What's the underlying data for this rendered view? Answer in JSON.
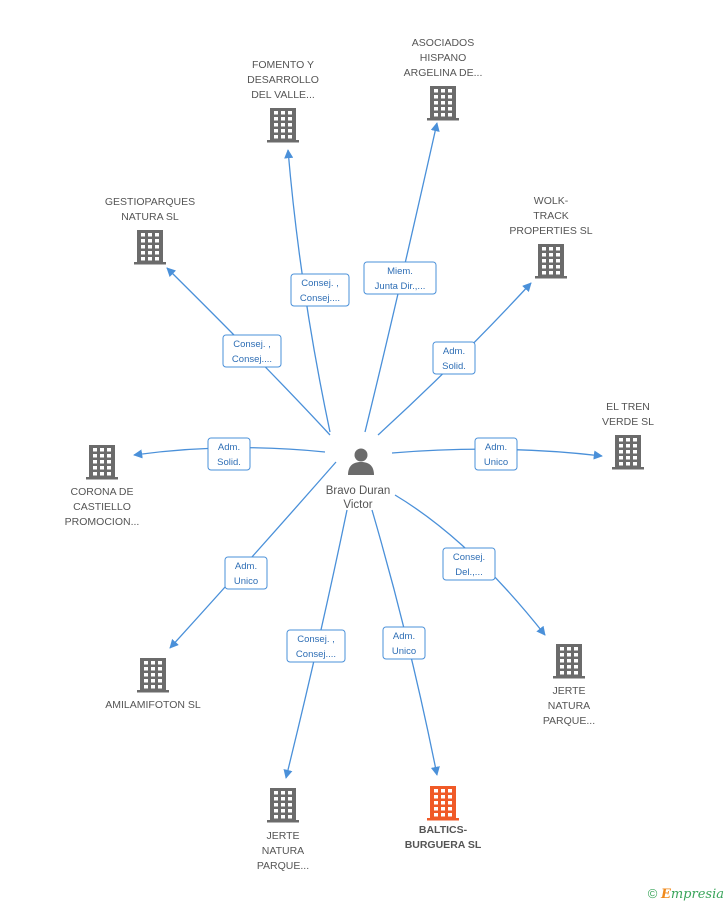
{
  "center": {
    "name_lines": [
      "Bravo Duran",
      "Victor"
    ]
  },
  "colors": {
    "edge": "#4a90d9",
    "node": "#6b6b6b",
    "highlight": "#f05a28"
  },
  "nodes": [
    {
      "id": "fomento",
      "label_lines": [
        "FOMENTO Y",
        "DESARROLLO",
        "DEL VALLE..."
      ],
      "role_lines": [
        "Consej. ,",
        "Consej...."
      ],
      "highlight": false
    },
    {
      "id": "asociados",
      "label_lines": [
        "ASOCIADOS",
        "HISPANO",
        "ARGELINA DE..."
      ],
      "role_lines": [
        "Miem.",
        "Junta Dir.,..."
      ],
      "highlight": false
    },
    {
      "id": "gestioparques",
      "label_lines": [
        "GESTIOPARQUES",
        "NATURA SL"
      ],
      "role_lines": [
        "Consej. ,",
        "Consej...."
      ],
      "highlight": false
    },
    {
      "id": "wolk",
      "label_lines": [
        "WOLK-",
        "TRACK",
        "PROPERTIES SL"
      ],
      "role_lines": [
        "Adm.",
        "Solid."
      ],
      "highlight": false
    },
    {
      "id": "eltren",
      "label_lines": [
        "EL TREN",
        "VERDE SL"
      ],
      "role_lines": [
        "Adm.",
        "Unico"
      ],
      "highlight": false
    },
    {
      "id": "corona",
      "label_lines": [
        "CORONA DE",
        "CASTIELLO",
        "PROMOCION..."
      ],
      "role_lines": [
        "Adm.",
        "Solid."
      ],
      "highlight": false
    },
    {
      "id": "amilamifoton",
      "label_lines": [
        "AMILAMIFOTON SL"
      ],
      "role_lines": [
        "Adm.",
        "Unico"
      ],
      "highlight": false
    },
    {
      "id": "jerte1",
      "label_lines": [
        "JERTE",
        "NATURA",
        "PARQUE..."
      ],
      "role_lines": [
        "Consej. ,",
        "Consej...."
      ],
      "highlight": false
    },
    {
      "id": "baltics",
      "label_lines": [
        "BALTICS-",
        "BURGUERA SL"
      ],
      "role_lines": [
        "Adm.",
        "Unico"
      ],
      "highlight": true
    },
    {
      "id": "jerte2",
      "label_lines": [
        "JERTE",
        "NATURA",
        "PARQUE..."
      ],
      "role_lines": [
        "Consej.",
        "Del.,..."
      ],
      "highlight": false
    }
  ],
  "footer": {
    "copyright": "©",
    "brand_first": "E",
    "brand_rest": "mpresia"
  }
}
